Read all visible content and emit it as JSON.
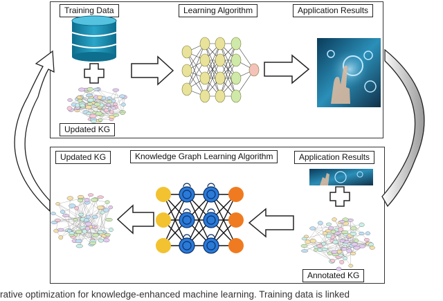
{
  "top_panel": {
    "training_data": "Training Data",
    "learning_algorithm": "Learning Algorithm",
    "application_results": "Application Results",
    "updated_kg": "Updated KG"
  },
  "bottom_panel": {
    "updated_kg": "Updated KG",
    "kg_learning_algorithm": "Knowledge Graph Learning Algorithm",
    "application_results": "Application Results",
    "annotated_kg": "Annotated KG"
  },
  "caption": "rative optimization for knowledge-enhanced machine learning. Training data is linked",
  "colors": {
    "database": "#1e8fb0",
    "nn_node": "#e9e29a",
    "kg_node_yellow": "#f2c230",
    "kg_node_blue": "#2a7ad8",
    "kg_node_orange": "#f07a20",
    "arrow_fill": "#ffffff",
    "arrow_stroke": "#222222"
  },
  "icons": [
    "database-icon",
    "plus-icon",
    "knowledge-graph-image",
    "neural-network-icon",
    "ai-hand-image"
  ]
}
